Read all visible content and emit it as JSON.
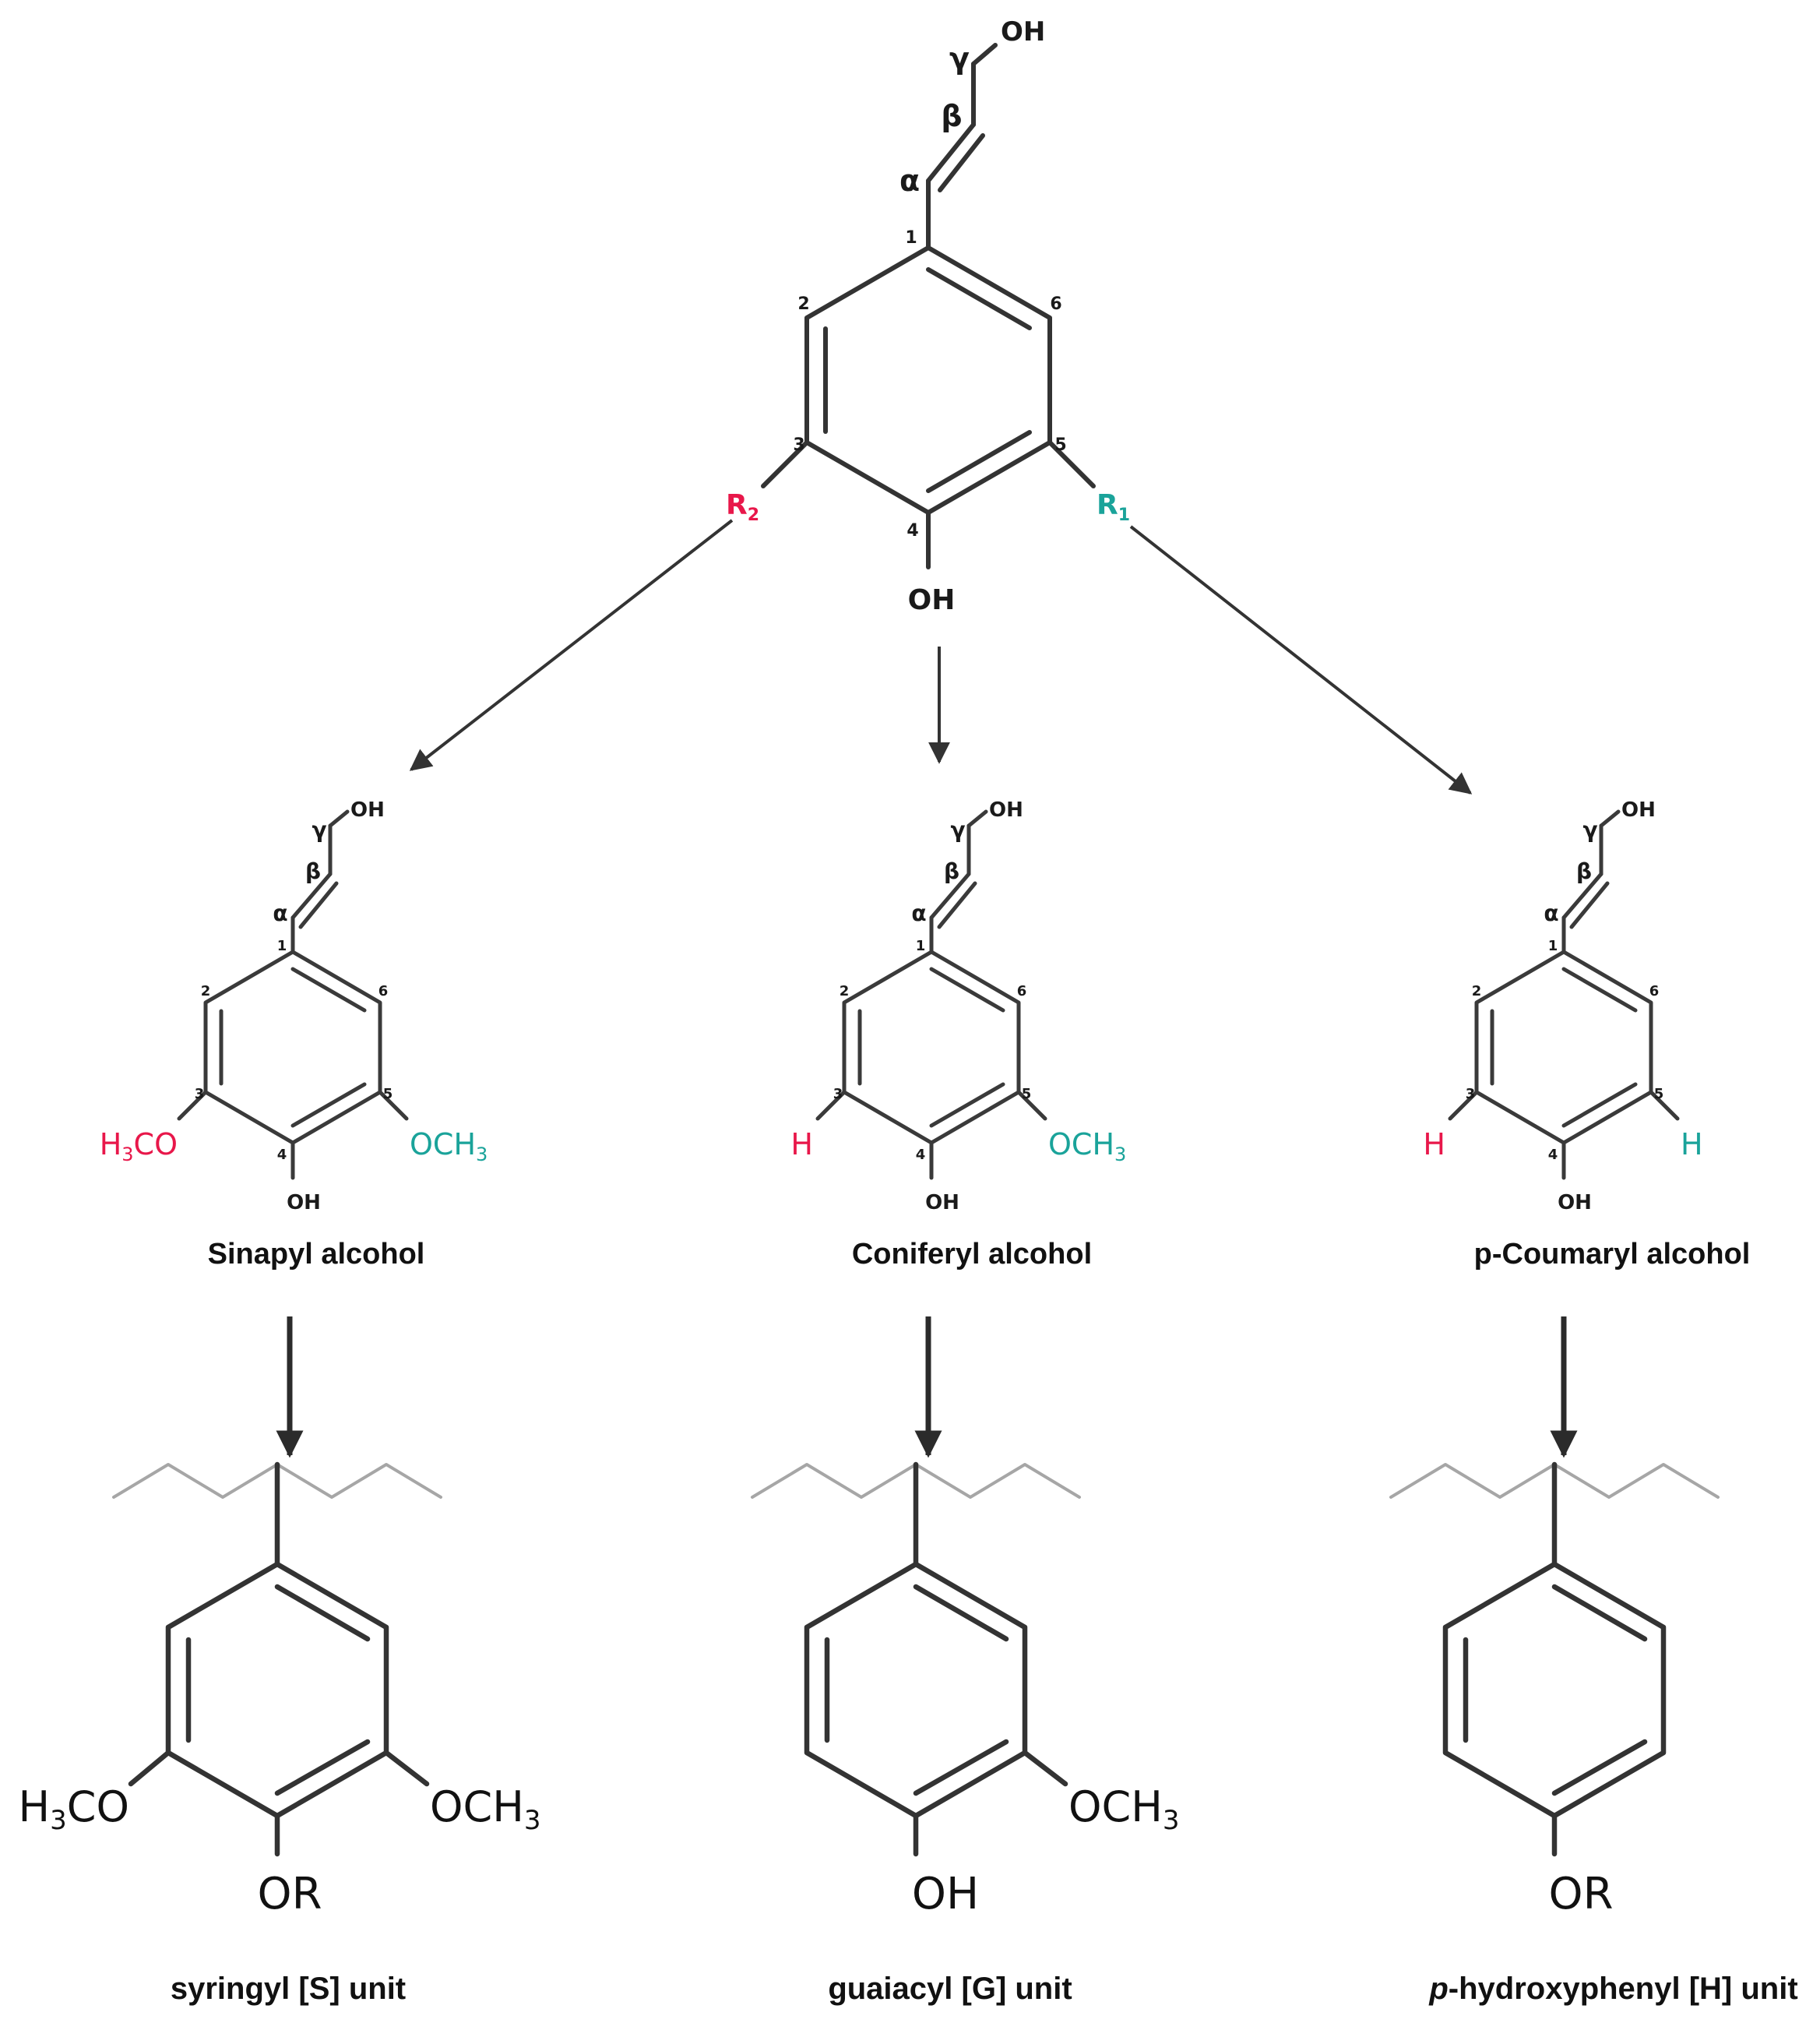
{
  "colors": {
    "r2_red": "#e8174a",
    "r1_teal": "#1aa39a",
    "bond": "#333333",
    "chain": "#a6a6a6"
  },
  "top": {
    "gamma": "γ",
    "beta": "β",
    "alpha": "α",
    "oh_chain": "OH",
    "n1": "1",
    "n2": "2",
    "n3": "3",
    "n4": "4",
    "n5": "5",
    "n6": "6",
    "r2": "R",
    "r2_sub": "2",
    "r1": "R",
    "r1_sub": "1",
    "oh": "OH"
  },
  "monolignols": [
    {
      "gamma": "γ",
      "beta": "β",
      "alpha": "α",
      "oh_chain": "OH",
      "n1": "1",
      "n2": "2",
      "n3": "3",
      "n4": "4",
      "n5": "5",
      "n6": "6",
      "left_sub": "H",
      "left_sub_3": "3",
      "left_sub_end": "CO",
      "right_sub": "OCH",
      "right_sub_3": "3",
      "oh": "OH",
      "name": "Sinapyl alcohol"
    },
    {
      "gamma": "γ",
      "beta": "β",
      "alpha": "α",
      "oh_chain": "OH",
      "n1": "1",
      "n2": "2",
      "n3": "3",
      "n4": "4",
      "n5": "5",
      "n6": "6",
      "left_sub": "H",
      "right_sub": "OCH",
      "right_sub_3": "3",
      "oh": "OH",
      "name": "Coniferyl alcohol"
    },
    {
      "gamma": "γ",
      "beta": "β",
      "alpha": "α",
      "oh_chain": "OH",
      "n1": "1",
      "n2": "2",
      "n3": "3",
      "n4": "4",
      "n5": "5",
      "n6": "6",
      "left_sub": "H",
      "right_sub": "H",
      "oh": "OH",
      "name": "p-Coumaryl alcohol"
    }
  ],
  "units": [
    {
      "left_sub": "H",
      "left_sub_3": "3",
      "left_sub_end": "CO",
      "right_sub": "OCH",
      "right_sub_3": "3",
      "bottom": "OR",
      "name": "syringyl [S] unit"
    },
    {
      "right_sub": "OCH",
      "right_sub_3": "3",
      "bottom": "OH",
      "name": "guaiacyl [G] unit"
    },
    {
      "bottom": "OR",
      "name_italic": "p",
      "name": "-hydroxyphenyl [H] unit"
    }
  ]
}
